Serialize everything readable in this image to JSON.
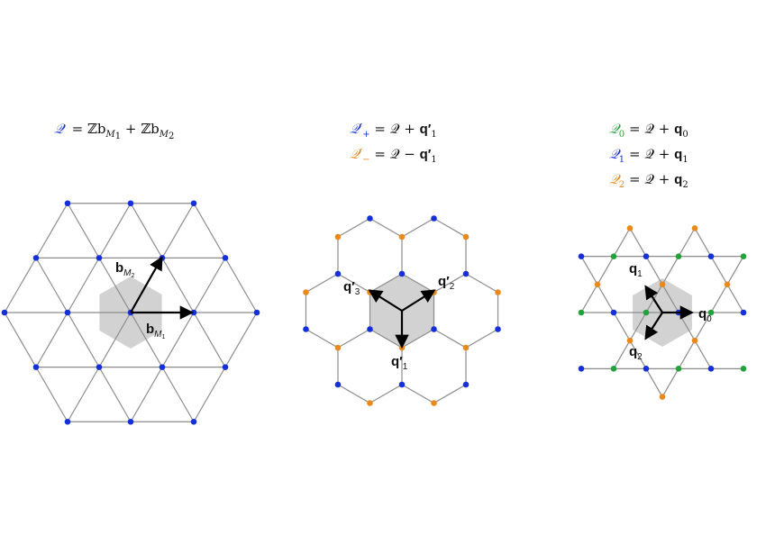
{
  "colors": {
    "blue": "#1530d8",
    "orange": "#e8891a",
    "green": "#22a33a",
    "edge": "#8c8c8c",
    "cell": "#d2d2d2",
    "arrow": "#000000"
  },
  "panel1": {
    "equation": {
      "lhs": "𝒬",
      "rhs": "= ℤb",
      "rhs_sub": "M",
      "rhs_sub2": "1",
      "plus": " + ℤb",
      "plus_sub": "M",
      "plus_sub2": "2"
    },
    "labels": {
      "b1": "b",
      "b1_sub": "M",
      "b1_sub2": "1",
      "b2": "b",
      "b2_sub": "M",
      "b2_sub2": "2"
    },
    "icon": "triangular-lattice"
  },
  "panel2": {
    "equations": [
      {
        "sym": "𝒬′",
        "sub": "+",
        "rhs": "= 𝒬 + ",
        "q": "q′",
        "qsub": "1",
        "color": "blue"
      },
      {
        "sym": "𝒬′",
        "sub": "−",
        "rhs": "= 𝒬 − ",
        "q": "q′",
        "qsub": "1",
        "color": "orange"
      }
    ],
    "labels": {
      "q1": "q′",
      "q1_sub": "1",
      "q2": "q′",
      "q2_sub": "2",
      "q3": "q′",
      "q3_sub": "3"
    },
    "icon": "honeycomb-lattice"
  },
  "panel3": {
    "equations": [
      {
        "sym": "𝒬",
        "sub": "0",
        "rhs": "= 𝒬 + ",
        "q": "q",
        "qsub": "0",
        "color": "green"
      },
      {
        "sym": "𝒬",
        "sub": "1",
        "rhs": "= 𝒬 + ",
        "q": "q",
        "qsub": "1",
        "color": "blue"
      },
      {
        "sym": "𝒬",
        "sub": "2",
        "rhs": "= 𝒬 + ",
        "q": "q",
        "qsub": "2",
        "color": "orange"
      }
    ],
    "labels": {
      "q0": "q",
      "q0_sub": "0",
      "q1": "q",
      "q1_sub": "1",
      "q2": "q",
      "q2_sub": "2"
    },
    "icon": "kagome-lattice"
  }
}
